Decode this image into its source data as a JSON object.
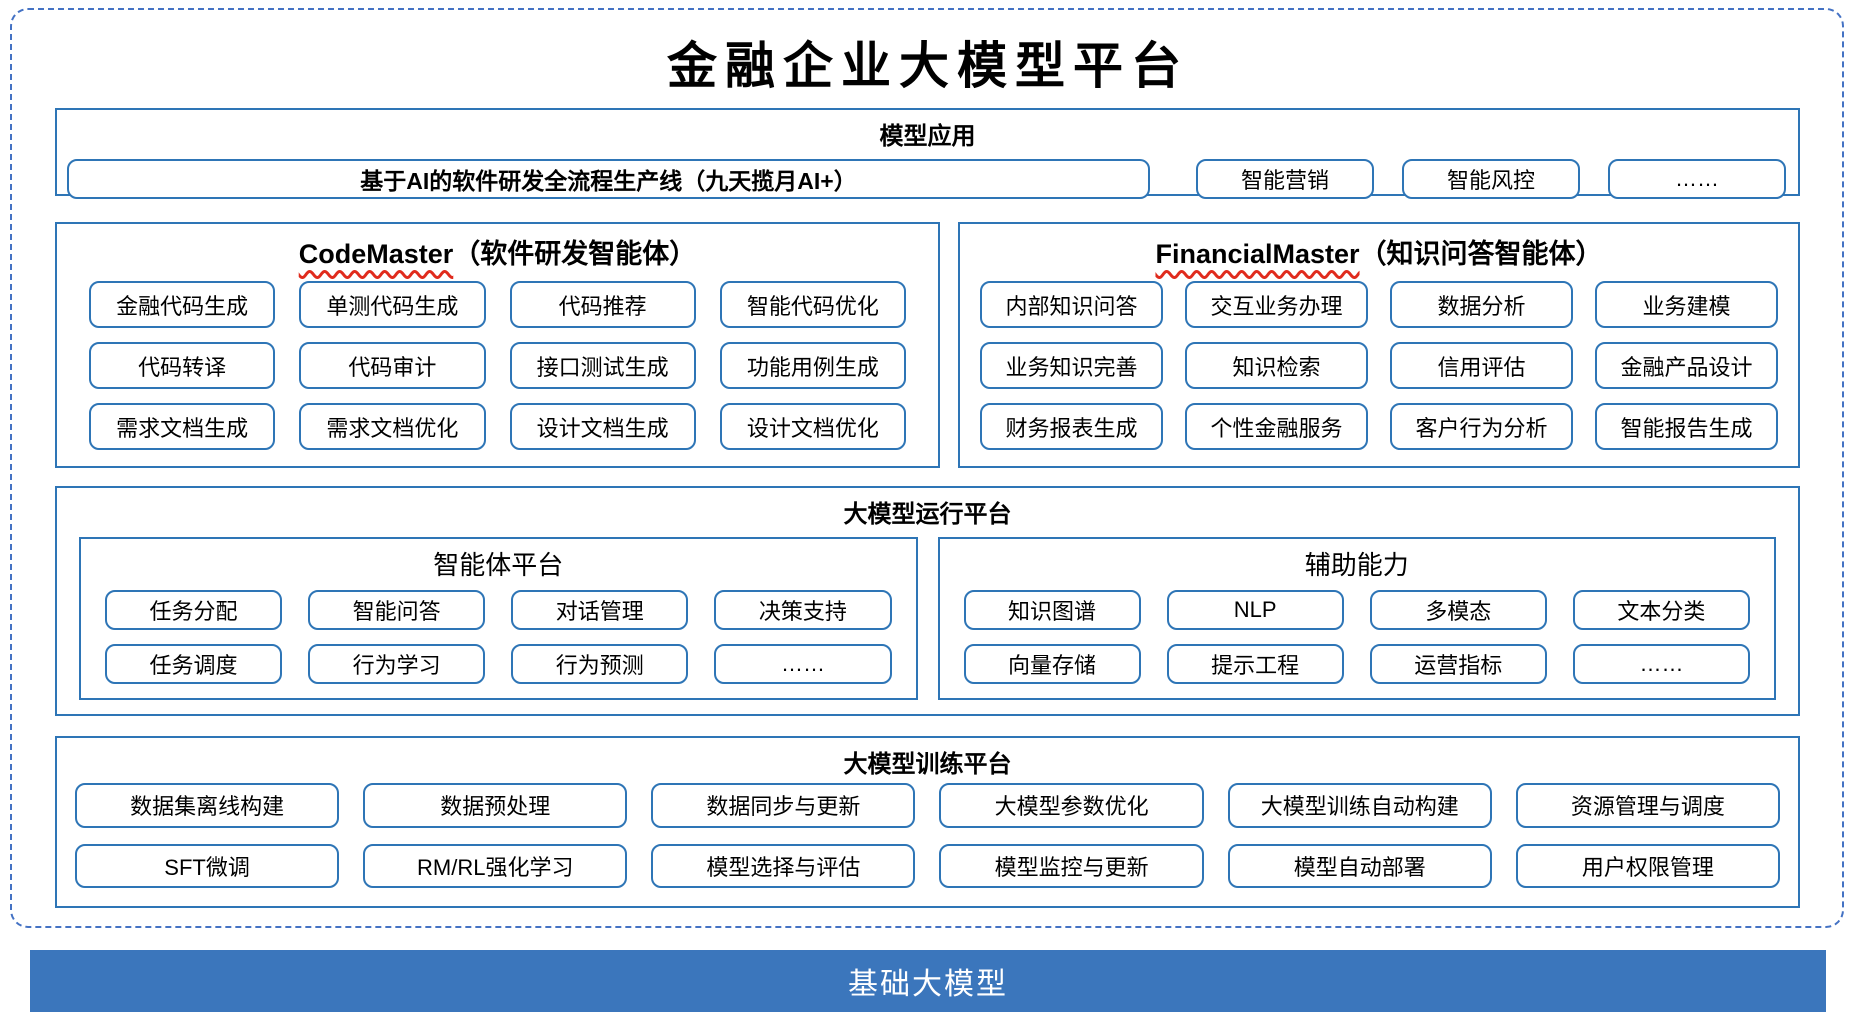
{
  "title": "金融企业大模型平台",
  "colors": {
    "solid_border": "#2E75B6",
    "dashed_border": "#4472C4",
    "bar_background": "#3B76BC",
    "bar_text": "#FFFFFF",
    "spellcheck_underline": "#E02B1D"
  },
  "model_app": {
    "header": "模型应用",
    "main_box": "基于AI的软件研发全流程生产线（九天揽月AI+）",
    "boxes": [
      "智能营销",
      "智能风控",
      "……"
    ]
  },
  "code_master": {
    "title_en": "CodeMaster",
    "title_zh": "（软件研发智能体）",
    "boxes": [
      "金融代码生成",
      "单测代码生成",
      "代码推荐",
      "智能代码优化",
      "代码转译",
      "代码审计",
      "接口测试生成",
      "功能用例生成",
      "需求文档生成",
      "需求文档优化",
      "设计文档生成",
      "设计文档优化"
    ]
  },
  "financial_master": {
    "title_en": "FinancialMaster",
    "title_zh": "（知识问答智能体）",
    "boxes": [
      "内部知识问答",
      "交互业务办理",
      "数据分析",
      "业务建模",
      "业务知识完善",
      "知识检索",
      "信用评估",
      "金融产品设计",
      "财务报表生成",
      "个性金融服务",
      "客户行为分析",
      "智能报告生成"
    ]
  },
  "runtime_platform": {
    "header": "大模型运行平台",
    "agent_platform": {
      "title": "智能体平台",
      "boxes": [
        "任务分配",
        "智能问答",
        "对话管理",
        "决策支持",
        "任务调度",
        "行为学习",
        "行为预测",
        "……"
      ]
    },
    "auxiliary": {
      "title": "辅助能力",
      "boxes": [
        "知识图谱",
        "NLP",
        "多模态",
        "文本分类",
        "向量存储",
        "提示工程",
        "运营指标",
        "……"
      ]
    }
  },
  "training_platform": {
    "header": "大模型训练平台",
    "boxes": [
      "数据集离线构建",
      "数据预处理",
      "数据同步与更新",
      "大模型参数优化",
      "大模型训练自动构建",
      "资源管理与调度",
      "SFT微调",
      "RM/RL强化学习",
      "模型选择与评估",
      "模型监控与更新",
      "模型自动部署",
      "用户权限管理"
    ]
  },
  "base_bar": {
    "label": "基础大模型"
  }
}
